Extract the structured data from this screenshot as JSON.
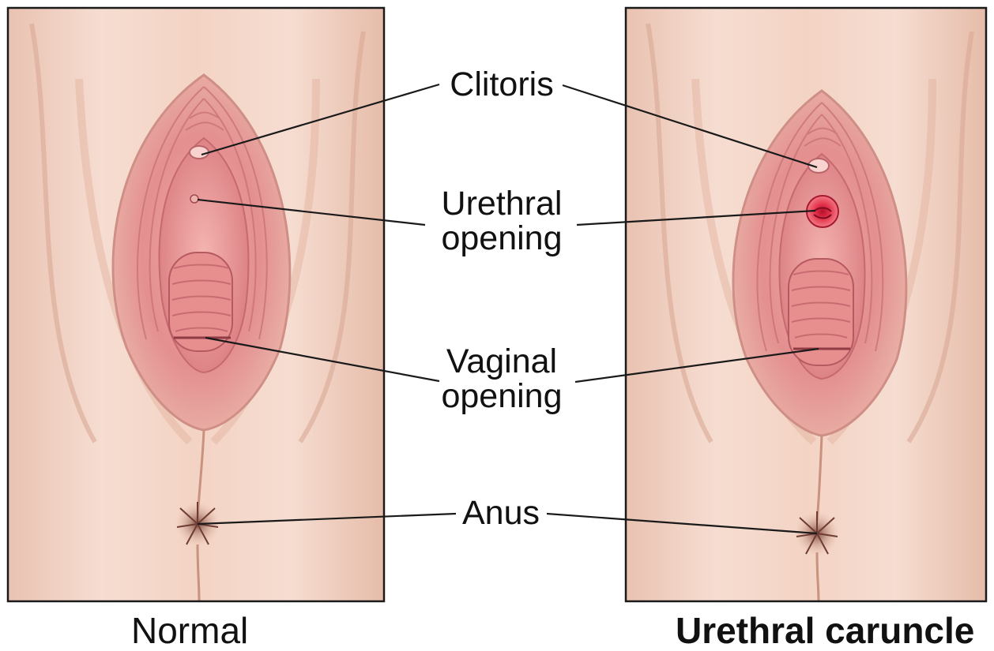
{
  "labels": {
    "clitoris": "Clitoris",
    "urethral_opening": [
      "Urethral",
      "opening"
    ],
    "vaginal_opening": [
      "Vaginal",
      "opening"
    ],
    "anus": "Anus"
  },
  "captions": {
    "left": "Normal",
    "right": "Urethral caruncle"
  },
  "colors": {
    "skin": "#f3d6c8",
    "tissue": "#e8999a",
    "caruncle": "#d81f3c",
    "frame": "#1a1a1a"
  }
}
